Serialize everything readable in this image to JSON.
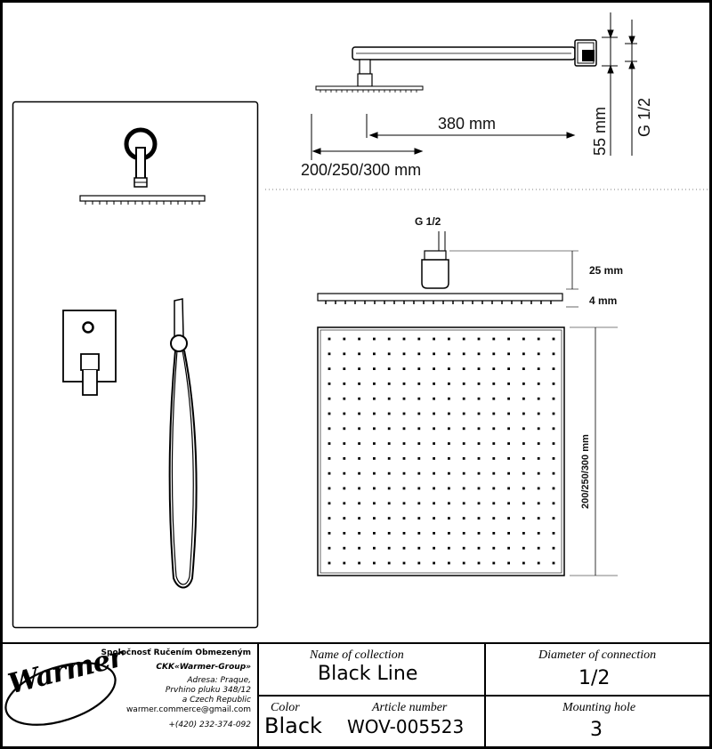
{
  "dimensions": {
    "arm_length": "380 mm",
    "head_size": "200/250/300 mm",
    "wall_plate": "55 mm",
    "thread_side": "G 1/2",
    "thread_top": "G 1/2",
    "connector_height": "25 mm",
    "head_thickness": "4 mm",
    "head_size_vertical": "200/250/300 mm"
  },
  "company": {
    "logo_text": "Warmer",
    "line1": "Spoločnosť Ručením Obmezeným",
    "line2": "CKK«Warmer-Group»",
    "line3": "Adresa: Praque,",
    "line4": "Prvhino pluku 348/12",
    "line5": "a Czech Republic",
    "email": "warmer.commerce@gmail.com",
    "phone": "+(420) 232-374-092"
  },
  "title_block": {
    "collection_label": "Name of collection",
    "collection_value": "Black Line",
    "connection_label": "Diameter of connection",
    "connection_value": "1/2",
    "color_label": "Color",
    "color_value": "Black",
    "article_label": "Article number",
    "article_value": "WOV-005523",
    "mounting_label": "Mounting hole",
    "mounting_value": "3"
  }
}
